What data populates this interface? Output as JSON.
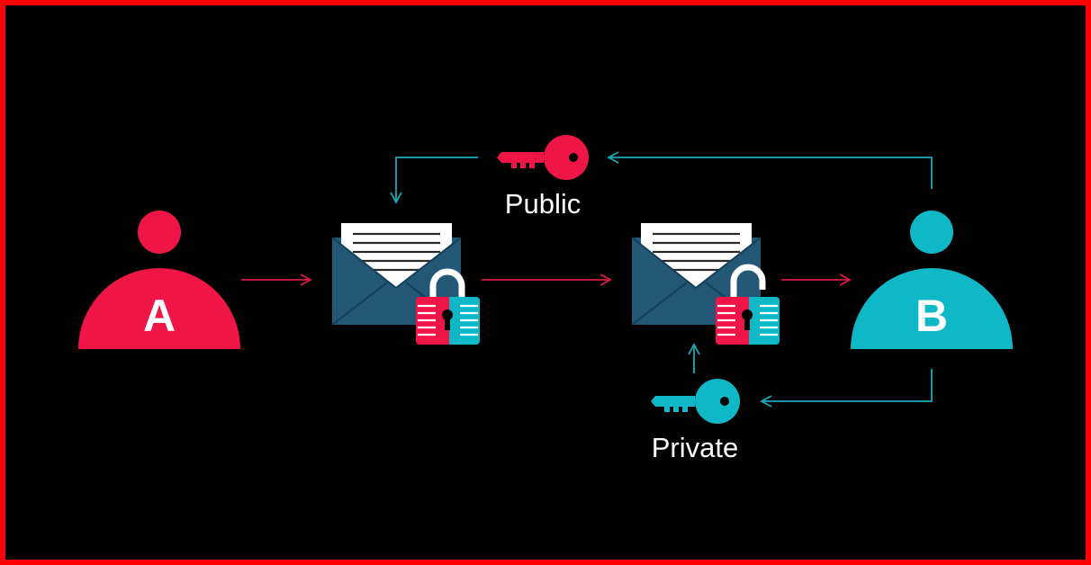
{
  "colors": {
    "background": "#000000",
    "border": "#ff0000",
    "sender": "#ef1546",
    "receiver": "#0fb8c6",
    "envelope": "#225776",
    "envelope_dark": "#163e58",
    "letter": "#ffffff",
    "letter_lines": "#2a2a2a",
    "lock_shackle": "#ffffff",
    "text": "#ffffff",
    "arrow_red": "#d81a45",
    "arrow_teal": "#1aa9b8"
  },
  "diagram": {
    "sender": {
      "label": "A",
      "icon": "person-icon"
    },
    "receiver": {
      "label": "B",
      "icon": "person-icon"
    },
    "public_key": {
      "label": "Public",
      "icon": "key-icon"
    },
    "private_key": {
      "label": "Private",
      "icon": "key-icon"
    },
    "locked_message": {
      "icon": "envelope-icon",
      "lock_state": "locked"
    },
    "unlocked_message": {
      "icon": "envelope-icon",
      "lock_state": "unlocked"
    }
  }
}
